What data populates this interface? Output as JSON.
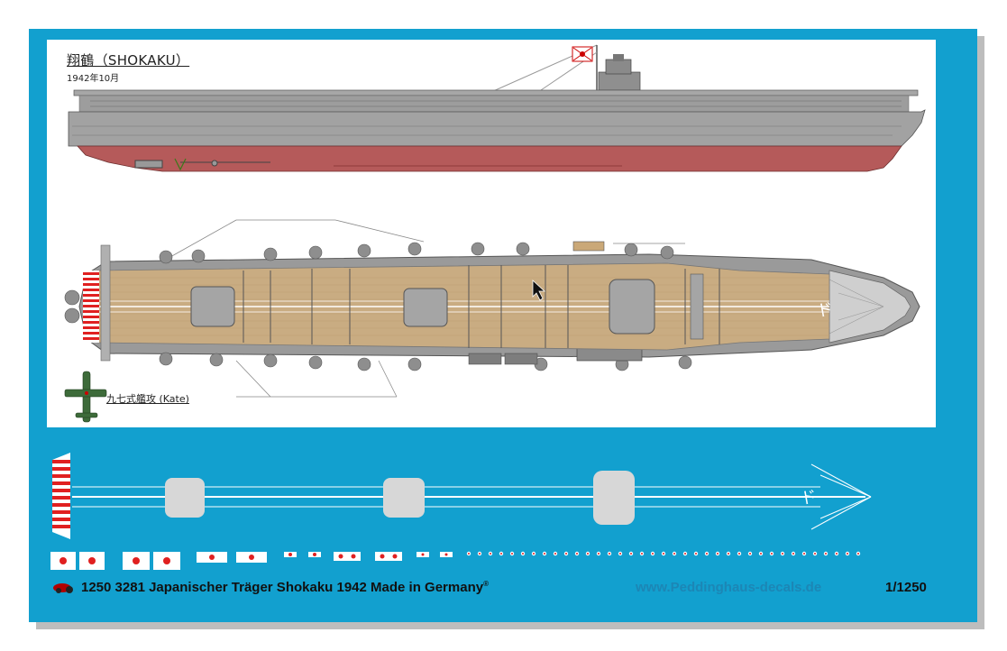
{
  "drawing": {
    "title": "翔鶴（SHOKAKU）",
    "date": "1942年10月",
    "aircraft_label": "九七式艦攻 (Kate)",
    "deck_marking": "ド"
  },
  "footer": {
    "text": "1250 3281 Japanischer Träger  Shokaku 1942  Made in Germany",
    "registered": "®",
    "url": "www.Peddinghaus-decals.de",
    "scale": "1/1250"
  },
  "colors": {
    "sheet_blue": "#12a0cf",
    "hull_gray": "#9a9a9a",
    "hull_red": "#b55a5a",
    "deck_wood": "#c9ac82",
    "flag_red": "#e02020"
  }
}
